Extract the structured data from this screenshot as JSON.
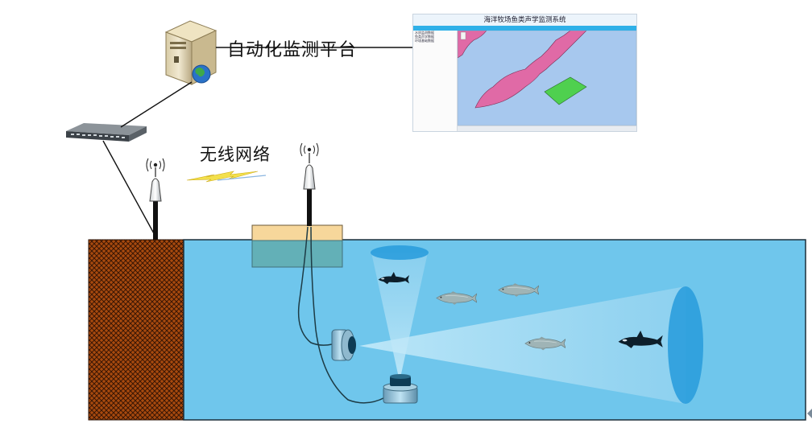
{
  "labels": {
    "platform": "自动化监测平台",
    "wireless": "无线网络"
  },
  "software": {
    "title": "海洋牧场鱼类声学监测系统",
    "tree_items": [
      "水质监测数据",
      "鱼类声学数据",
      "环境基础数据"
    ]
  },
  "colors": {
    "water": "#6fc6ec",
    "seabed": "#a84a0e",
    "buoy_top": "#f7d79b",
    "buoy_bottom": "#5fa8a6",
    "beam": "#a9dcf3",
    "app_menubar": "#2fb0e8",
    "app_map": "#a7c8ee",
    "land": "#e06aa6",
    "farm": "#4fd04f"
  }
}
